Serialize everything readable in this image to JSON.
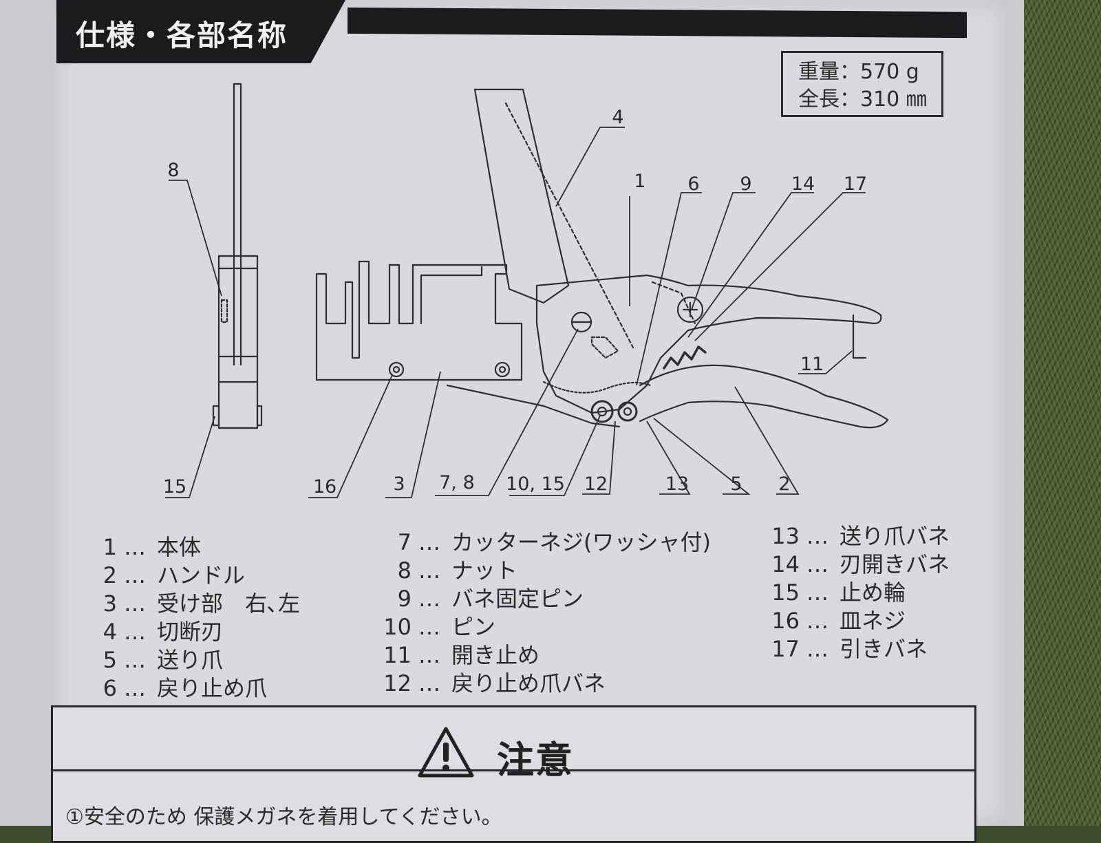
{
  "header": {
    "title": "仕様・各部名称"
  },
  "specs": [
    {
      "label": "重量",
      "sep": "：",
      "value": "570 g"
    },
    {
      "label": "全長",
      "sep": "：",
      "value": "310 ㎜"
    }
  ],
  "callouts": [
    "4",
    "8",
    "1",
    "6",
    "9",
    "14",
    "17",
    "11",
    "15",
    "16",
    "3",
    "7, 8",
    "10, 15",
    "12",
    "13",
    "5",
    "2"
  ],
  "parts": {
    "col1": [
      {
        "num": "1",
        "name": "本体"
      },
      {
        "num": "2",
        "name": "ハンドル"
      },
      {
        "num": "3",
        "name": "受け部　右､左"
      },
      {
        "num": "4",
        "name": "切断刃"
      },
      {
        "num": "5",
        "name": "送り爪"
      },
      {
        "num": "6",
        "name": "戻り止め爪"
      }
    ],
    "col2": [
      {
        "num": "7",
        "name": "カッターネジ(ワッシャ付)"
      },
      {
        "num": "8",
        "name": "ナット"
      },
      {
        "num": "9",
        "name": "バネ固定ピン"
      },
      {
        "num": "10",
        "name": "ピン"
      },
      {
        "num": "11",
        "name": "開き止め"
      },
      {
        "num": "12",
        "name": "戻り止め爪バネ"
      }
    ],
    "col3": [
      {
        "num": "13",
        "name": "送り爪バネ"
      },
      {
        "num": "14",
        "name": "刃開きバネ"
      },
      {
        "num": "15",
        "name": "止め輪"
      },
      {
        "num": "16",
        "name": "皿ネジ"
      },
      {
        "num": "17",
        "name": "引きバネ"
      }
    ],
    "dots": "…"
  },
  "caution": {
    "title": "注意",
    "line1": "①安全のため 保護メガネを着用してください。"
  },
  "colors": {
    "ink": "#2a2a2a",
    "paper": "#d8dade",
    "header_bg": "#1b1b1d"
  }
}
